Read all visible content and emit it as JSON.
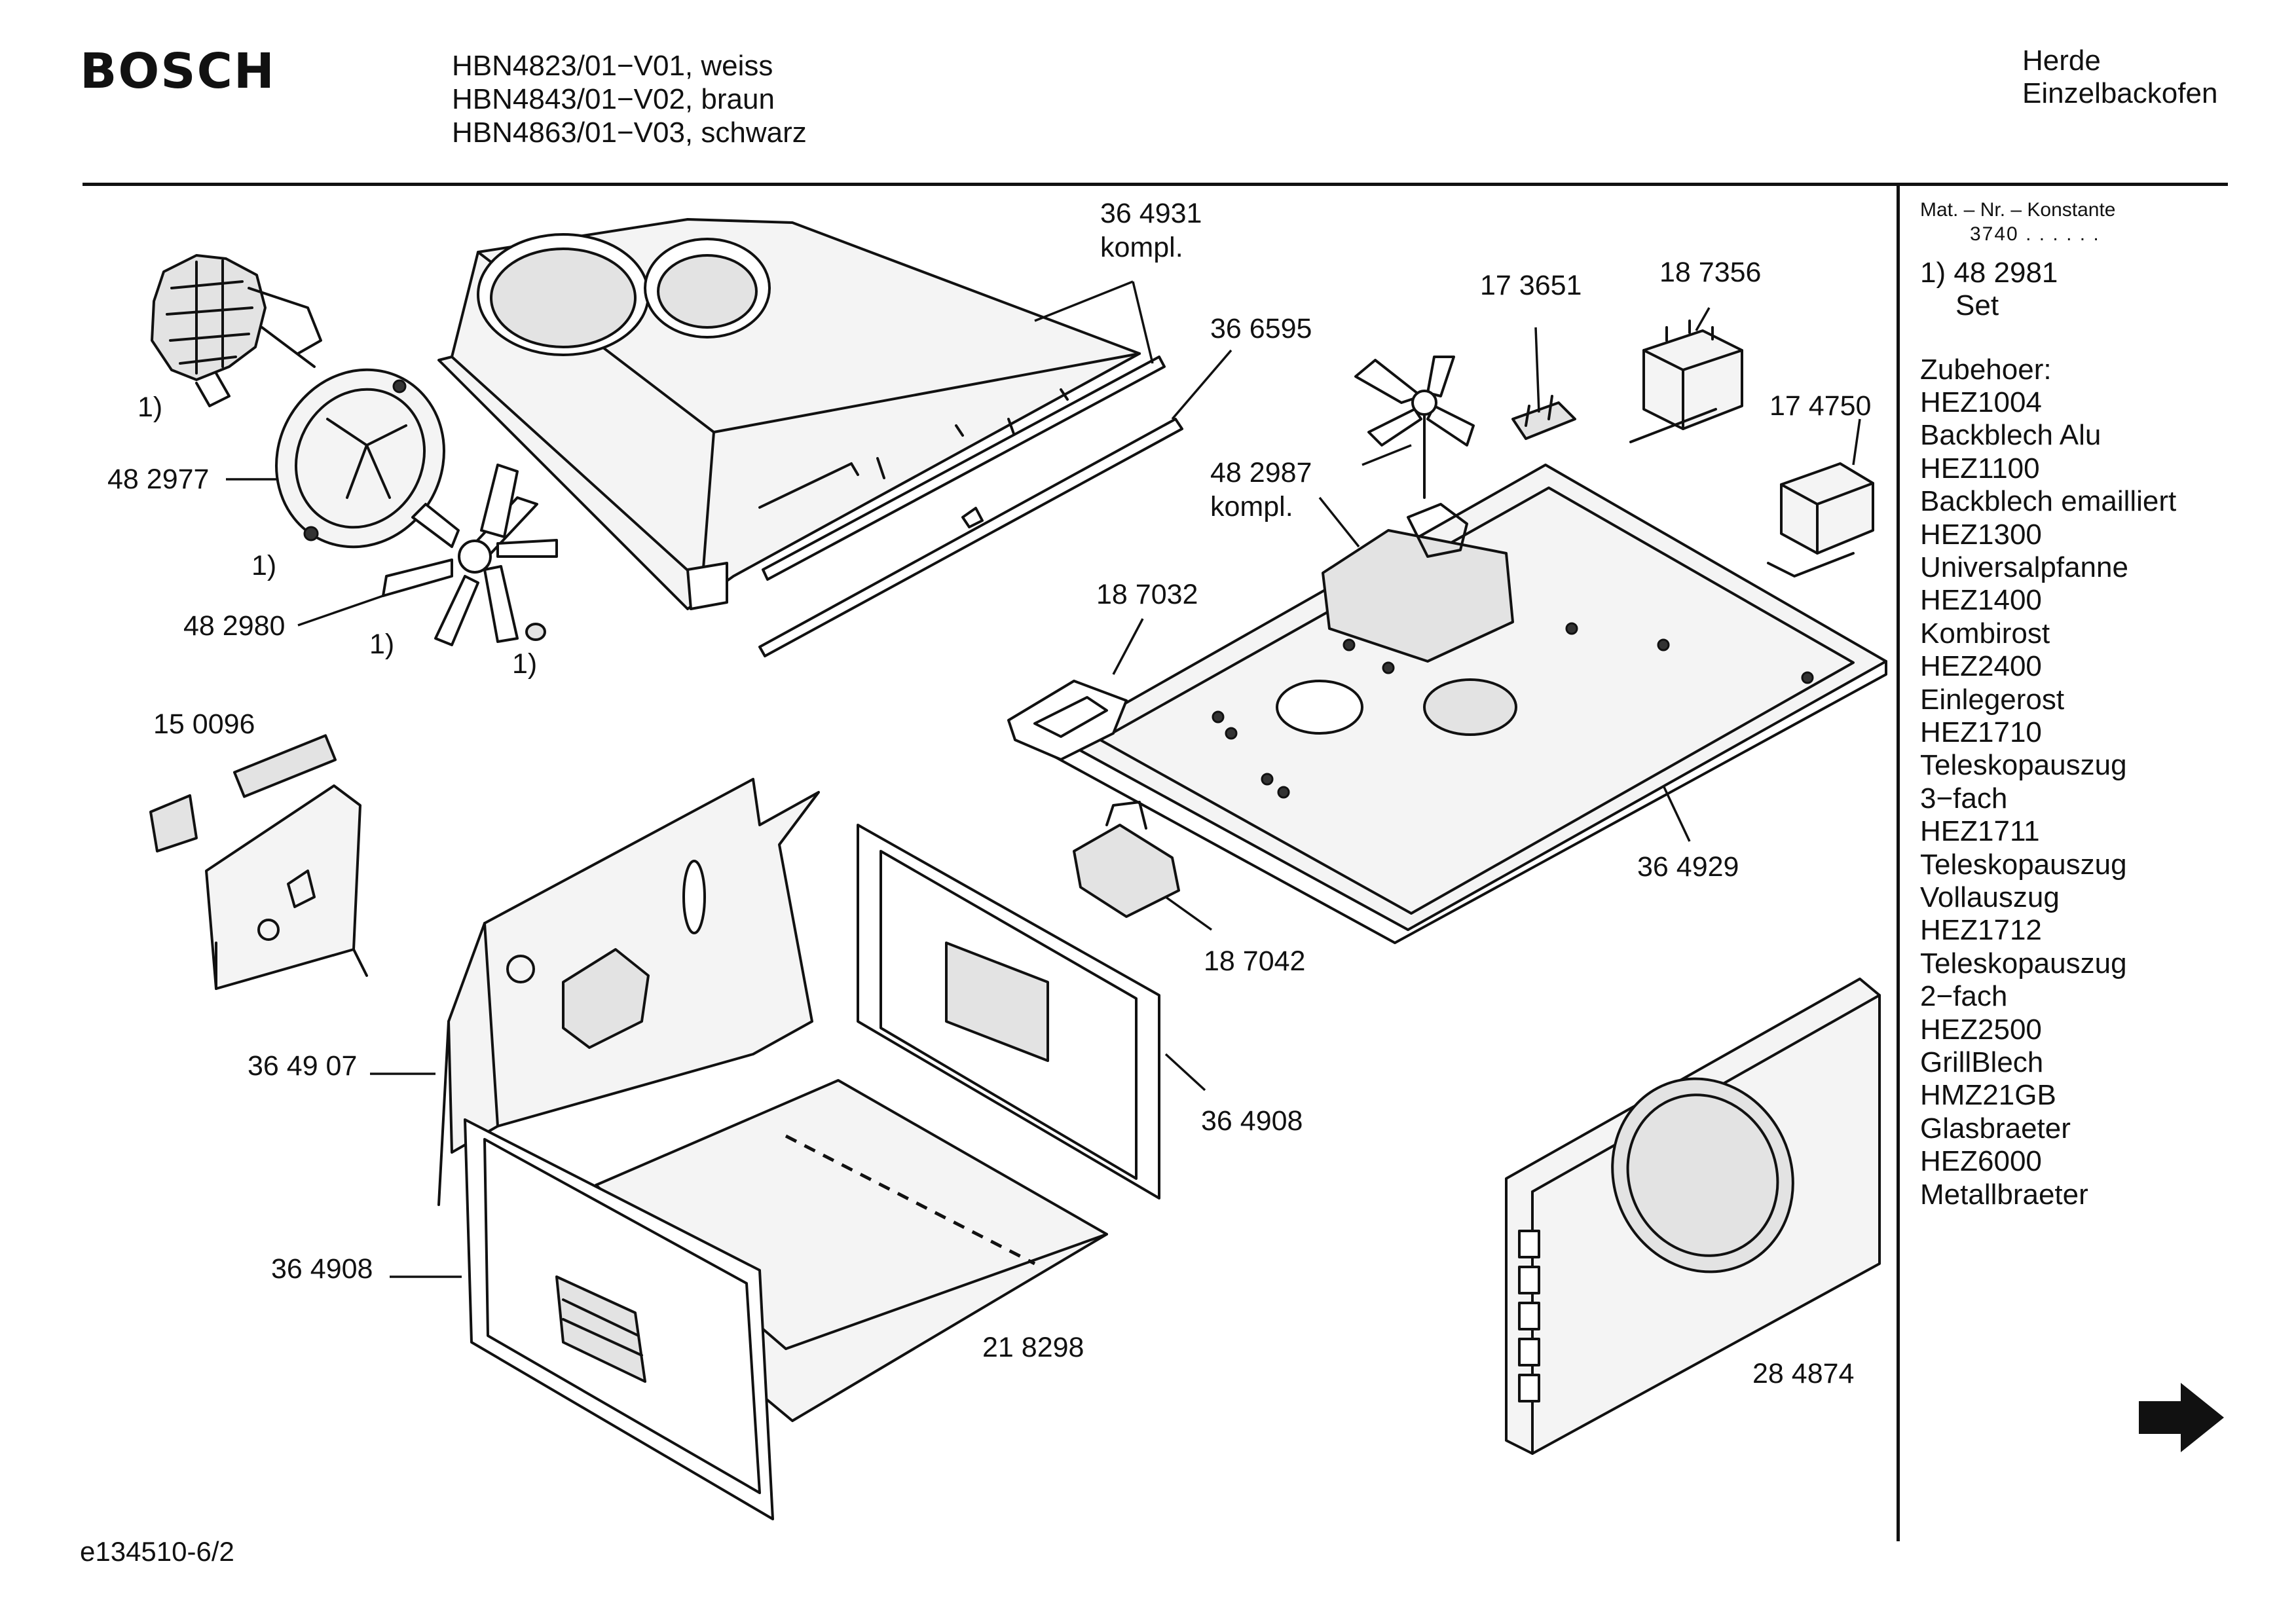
{
  "brand": {
    "name": "BOSCH"
  },
  "models": [
    "HBN4823/01−V01, weiss",
    "HBN4843/01−V02, braun",
    "HBN4863/01−V03, schwarz"
  ],
  "category": {
    "line1": "Herde",
    "line2": "Einzelbackofen"
  },
  "sidebar": {
    "mat_heading": "Mat. – Nr. – Konstante",
    "mat_value": "3740 . . . . . .",
    "note_number": "1) 48 2981",
    "note_text": "Set",
    "accessories_heading": "Zubehoer:",
    "accessories": [
      "HEZ1004",
      "Backblech Alu",
      "HEZ1100",
      "Backblech emailliert",
      "HEZ1300",
      "Universalpfanne",
      "HEZ1400",
      "Kombirost",
      "HEZ2400",
      "Einlegerost",
      "HEZ1710",
      "Teleskopauszug",
      "3−fach",
      "HEZ1711",
      "Teleskopauszug",
      "Vollauszug",
      "HEZ1712",
      "Teleskopauszug",
      "2−fach",
      "HEZ2500",
      "GrillBlech",
      "HMZ21GB",
      "Glasbraeter",
      "HEZ6000",
      "Metallbraeter"
    ]
  },
  "part_labels": {
    "p364931": "36 4931",
    "kompl1": "kompl.",
    "p366595": "36 6595",
    "p173651": "17 3651",
    "p187356": "18 7356",
    "p174750": "17 4750",
    "p482987": "48 2987",
    "kompl2": "kompl.",
    "note_a": "1)",
    "p482977": "48 2977",
    "note_b": "1)",
    "p482980": "48 2980",
    "note_c": "1)",
    "note_d": "1)",
    "p187032": "18 7032",
    "p150096": "15 0096",
    "p364929": "36 4929",
    "p187042": "18 7042",
    "p364907": "36 49 07",
    "p364908a": "36 4908",
    "p364908b": "36 4908",
    "p218298": "21 8298",
    "p284874": "28 4874"
  },
  "footer": {
    "code": "e134510-6/2"
  },
  "icons": {
    "next": "arrow-right-icon"
  }
}
